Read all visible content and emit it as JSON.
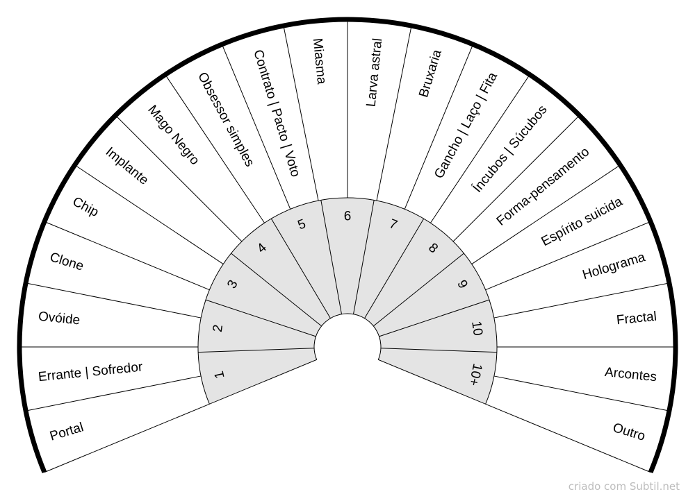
{
  "chart_data": {
    "type": "pendulum-chart",
    "outer_labels": [
      "Portal",
      "Errante | Sofredor",
      "Ovóide",
      "Clone",
      "Chip",
      "Implante",
      "Mago Negro",
      "Obsessor simples",
      "Contrato | Pacto | Voto",
      "Miasma",
      "Larva astral",
      "Bruxaria",
      "Gancho | Laço | Fita",
      "Íncubos | Súcubos",
      "Forma-pensamento",
      "Espírito suicida",
      "Holograma",
      "Fractal",
      "Arcontes",
      "Outro"
    ],
    "inner_labels": [
      "1",
      "2",
      "3",
      "4",
      "5",
      "6",
      "7",
      "8",
      "9",
      "10",
      "10+"
    ],
    "colors": {
      "inner_fill": "#e4e4e4",
      "line": "#000000",
      "background": "#ffffff"
    }
  },
  "footer": {
    "credit": "criado com Subtil.net"
  }
}
